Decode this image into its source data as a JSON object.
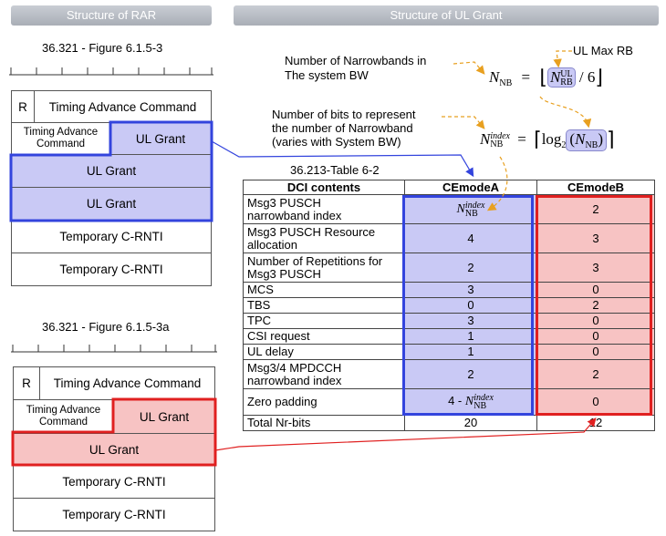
{
  "headers": {
    "left": "Structure of RAR",
    "right": "Structure of UL Grant"
  },
  "fig1": {
    "caption": "36.321 - Figure 6.1.5-3",
    "r": "R",
    "tac": "Timing Advance Command",
    "tac_small_1": "Timing Advance",
    "tac_small_2": "Command",
    "ul_grant": "UL Grant",
    "crnti": "Temporary C-RNTI"
  },
  "fig2": {
    "caption": "36.321 - Figure 6.1.5-3a",
    "r": "R",
    "tac": "Timing Advance Command",
    "tac_small_1": "Timing Advance",
    "tac_small_2": "Command",
    "ul_grant": "UL Grant",
    "crnti": "Temporary C-RNTI"
  },
  "annotations": {
    "nb_line1": "Number of Narrowbands in",
    "nb_line2": "The system BW",
    "ulmax": "UL Max RB",
    "bits_line1": "Number of bits to represent",
    "bits_line2": "the number of Narrowband",
    "bits_line3": "(varies with System BW)"
  },
  "formula": {
    "n": "N",
    "nb": "NB",
    "index": "index",
    "ul": "UL",
    "rb": "RB",
    "div": "/ 6",
    "eq": "=",
    "log": "log",
    "two": "2"
  },
  "table": {
    "caption": "36.213-Table 6-2",
    "headers": [
      "DCI contents",
      "CEmodeA",
      "CEmodeB"
    ],
    "rows": [
      {
        "c1a": "Msg3 PUSCH",
        "c1b": "narrowband index",
        "a": "",
        "b": "2"
      },
      {
        "c1a": "Msg3 PUSCH Resource",
        "c1b": "allocation",
        "a": "4",
        "b": "3"
      },
      {
        "c1a": "Number of Repetitions for",
        "c1b": "Msg3 PUSCH",
        "a": "2",
        "b": "3"
      },
      {
        "c1a": "MCS",
        "c1b": "",
        "a": "3",
        "b": "0"
      },
      {
        "c1a": "TBS",
        "c1b": "",
        "a": "0",
        "b": "2"
      },
      {
        "c1a": "TPC",
        "c1b": "",
        "a": "3",
        "b": "0"
      },
      {
        "c1a": "CSI request",
        "c1b": "",
        "a": "1",
        "b": "0"
      },
      {
        "c1a": "UL delay",
        "c1b": "",
        "a": "1",
        "b": "0"
      },
      {
        "c1a": "Msg3/4 MPDCCH",
        "c1b": "narrowband index",
        "a": "2",
        "b": "2"
      },
      {
        "c1a": "Zero padding",
        "c1b": "",
        "a": "4 -",
        "b": "0"
      }
    ],
    "total": {
      "label": "Total Nr-bits",
      "a": "20",
      "b": "12"
    }
  }
}
